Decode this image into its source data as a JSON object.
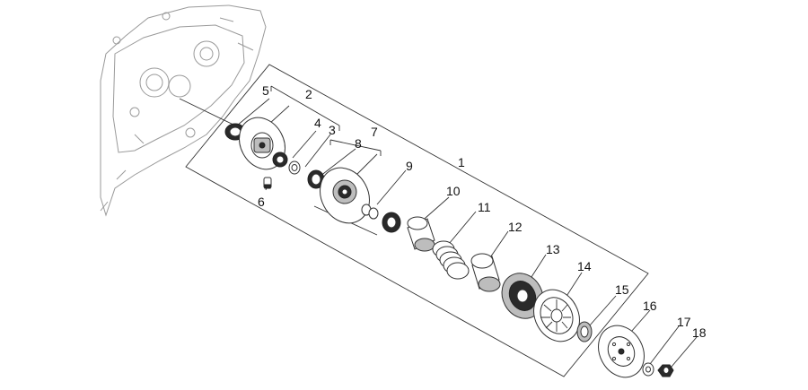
{
  "diagram": {
    "labels": {
      "p1": "1",
      "p2": "2",
      "p3": "3",
      "p4": "4",
      "p5": "5",
      "p6": "6",
      "p7": "7",
      "p8": "8",
      "p9": "9",
      "p10": "10",
      "p11": "11",
      "p12": "12",
      "p13": "13",
      "p14": "14",
      "p15": "15",
      "p16": "16",
      "p17": "17",
      "p18": "18"
    },
    "colors": {
      "line": "#333333",
      "dark": "#2a2a2a",
      "case": "#9a9a9a"
    }
  }
}
